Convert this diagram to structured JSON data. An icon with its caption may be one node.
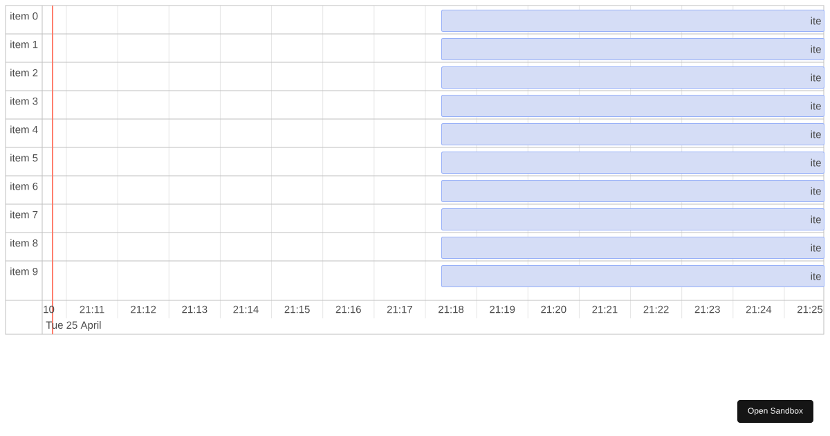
{
  "diagram": {
    "nodes": [
      {
        "text": [
          "ite"
        ]
      },
      {
        "text": [
          "ite"
        ]
      },
      {
        "text": [
          "ite"
        ]
      },
      {
        "text": [
          "ite"
        ]
      },
      {
        "text": [
          "ite"
        ]
      },
      {
        "text": [
          "ite"
        ]
      },
      {
        "text": [
          "ite"
        ]
      },
      {
        "text": [
          "ite"
        ]
      },
      {
        "text": [
          "ite"
        ]
      },
      {
        "text": [
          "ite"
        ]
      }
    ],
    "labels": [
      "item 0",
      "item 1",
      "item 2",
      "item 3",
      "item 4",
      "item 5",
      "item 6",
      "item 7",
      "item 8",
      "item 9",
      "10",
      "21:11",
      "21:12",
      "21:13",
      "21:14",
      "21:15",
      "21:16",
      "21:17",
      "21:18",
      "21:19",
      "21:20",
      "21:21",
      "21:22",
      "21:23",
      "21:24",
      "21:25",
      "Tue 25 April",
      "Open Sandbox"
    ]
  }
}
